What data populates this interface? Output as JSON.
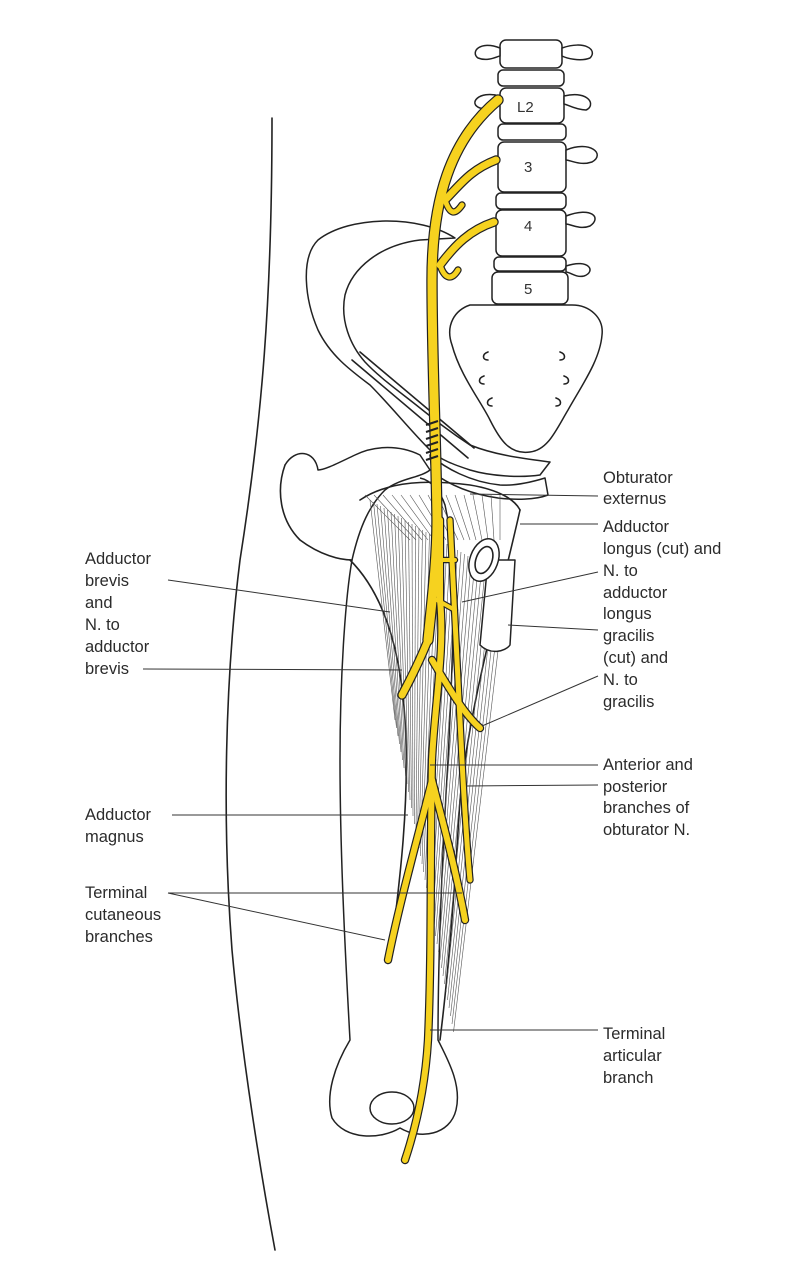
{
  "vertebrae": [
    "L2",
    "3",
    "4",
    "5"
  ],
  "labels_left": {
    "adductor_brevis": [
      "Adductor",
      "brevis",
      "and",
      "N. to",
      "adductor",
      "brevis"
    ],
    "adductor_magnus": [
      "Adductor",
      "magnus"
    ],
    "terminal_cutaneous": [
      "Terminal",
      "cutaneous",
      "branches"
    ]
  },
  "labels_right": {
    "obturator_externus": [
      "Obturator",
      "externus"
    ],
    "adductor_longus": [
      "Adductor",
      "longus (cut) and",
      "N. to",
      "adductor",
      "longus"
    ],
    "gracilis": [
      "gracilis",
      "(cut) and",
      "N. to",
      "gracilis"
    ],
    "anterior_posterior": [
      "Anterior and",
      "posterior",
      "branches of",
      "obturator N."
    ],
    "terminal_articular": [
      "Terminal",
      "articular",
      "branch"
    ]
  },
  "colors": {
    "nerve": "#f6d21f",
    "outline": "#222222"
  }
}
